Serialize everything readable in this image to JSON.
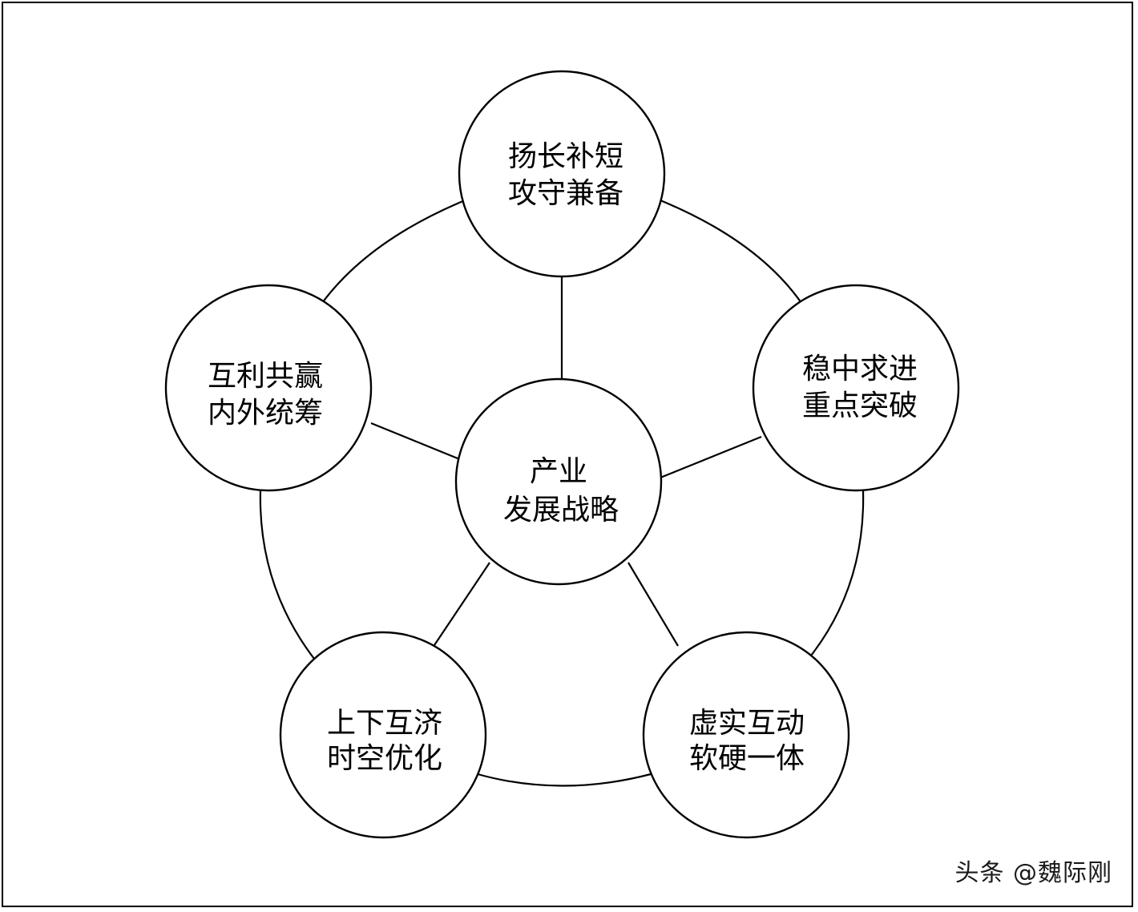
{
  "nodes": {
    "center": {
      "line1": "产业",
      "line2": "发展战略"
    },
    "top": {
      "line1": "扬长补短",
      "line2": "攻守兼备"
    },
    "right": {
      "line1": "稳中求进",
      "line2": "重点突破"
    },
    "bottom_right": {
      "line1": "虚实互动",
      "line2": "软硬一体"
    },
    "bottom_left": {
      "line1": "上下互济",
      "line2": "时空优化"
    },
    "left": {
      "line1": "互利共赢",
      "line2": "内外统筹"
    }
  },
  "watermark": "头条 @魏际刚",
  "colors": {
    "stroke": "#000000",
    "background": "#ffffff"
  }
}
